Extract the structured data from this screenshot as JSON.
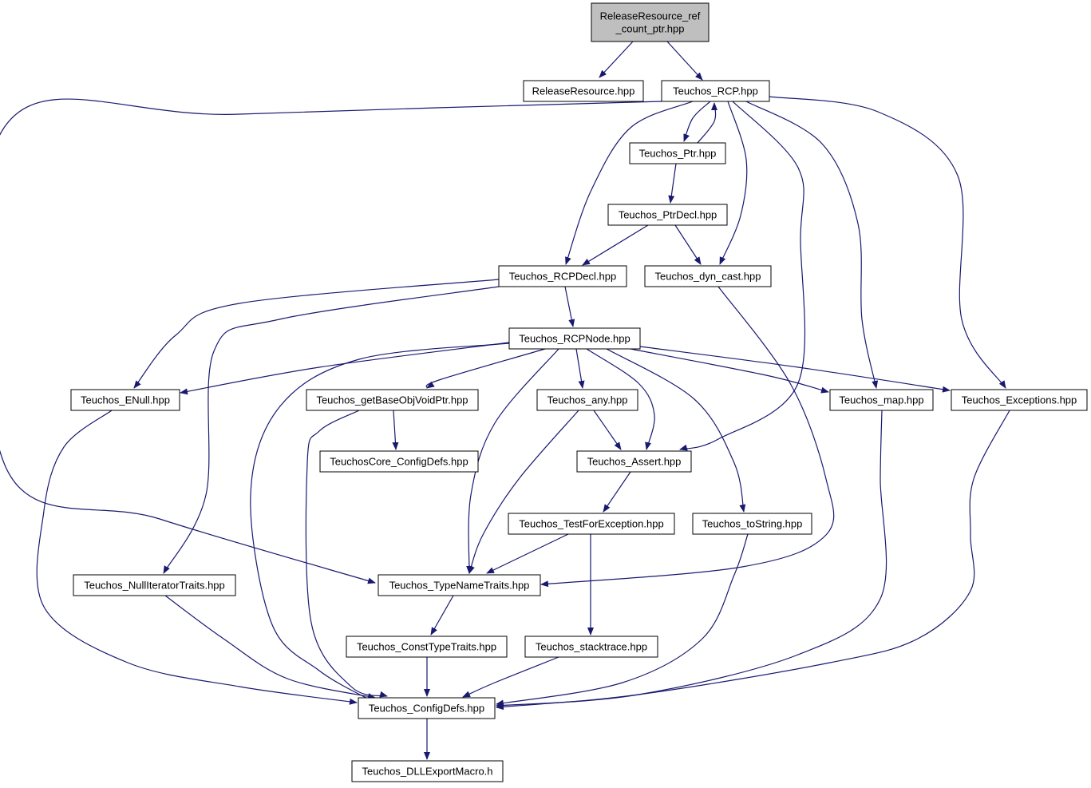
{
  "graph": {
    "title": "",
    "colors": {
      "edge": "#191970",
      "root_fill": "#bfbfbf",
      "node_fill": "#ffffff",
      "node_border": "#000000"
    },
    "nodes": [
      {
        "id": "release_ref",
        "label": [
          "ReleaseResource_ref",
          "_count_ptr.hpp"
        ],
        "root": true
      },
      {
        "id": "release",
        "label": [
          "ReleaseResource.hpp"
        ]
      },
      {
        "id": "rcp",
        "label": [
          "Teuchos_RCP.hpp"
        ]
      },
      {
        "id": "ptr",
        "label": [
          "Teuchos_Ptr.hpp"
        ]
      },
      {
        "id": "ptrdecl",
        "label": [
          "Teuchos_PtrDecl.hpp"
        ]
      },
      {
        "id": "rcpdecl",
        "label": [
          "Teuchos_RCPDecl.hpp"
        ]
      },
      {
        "id": "dyncast",
        "label": [
          "Teuchos_dyn_cast.hpp"
        ]
      },
      {
        "id": "rcpnode",
        "label": [
          "Teuchos_RCPNode.hpp"
        ]
      },
      {
        "id": "enull",
        "label": [
          "Teuchos_ENull.hpp"
        ]
      },
      {
        "id": "getbase",
        "label": [
          "Teuchos_getBaseObjVoidPtr.hpp"
        ]
      },
      {
        "id": "any",
        "label": [
          "Teuchos_any.hpp"
        ]
      },
      {
        "id": "map",
        "label": [
          "Teuchos_map.hpp"
        ]
      },
      {
        "id": "exceptions",
        "label": [
          "Teuchos_Exceptions.hpp"
        ]
      },
      {
        "id": "coreconfig",
        "label": [
          "TeuchosCore_ConfigDefs.hpp"
        ]
      },
      {
        "id": "assert",
        "label": [
          "Teuchos_Assert.hpp"
        ]
      },
      {
        "id": "testforexc",
        "label": [
          "Teuchos_TestForException.hpp"
        ]
      },
      {
        "id": "tostring",
        "label": [
          "Teuchos_toString.hpp"
        ]
      },
      {
        "id": "nulliter",
        "label": [
          "Teuchos_NullIteratorTraits.hpp"
        ]
      },
      {
        "id": "typename",
        "label": [
          "Teuchos_TypeNameTraits.hpp"
        ]
      },
      {
        "id": "consttype",
        "label": [
          "Teuchos_ConstTypeTraits.hpp"
        ]
      },
      {
        "id": "stacktrace",
        "label": [
          "Teuchos_stacktrace.hpp"
        ]
      },
      {
        "id": "configdefs",
        "label": [
          "Teuchos_ConfigDefs.hpp"
        ]
      },
      {
        "id": "dllexport",
        "label": [
          "Teuchos_DLLExportMacro.h"
        ]
      }
    ],
    "edges": [
      [
        "release_ref",
        "release"
      ],
      [
        "release_ref",
        "rcp"
      ],
      [
        "rcp",
        "ptr"
      ],
      [
        "rcp",
        "rcpdecl"
      ],
      [
        "rcp",
        "dyncast"
      ],
      [
        "rcp",
        "assert"
      ],
      [
        "rcp",
        "map"
      ],
      [
        "rcp",
        "exceptions"
      ],
      [
        "rcp",
        "typename"
      ],
      [
        "ptr",
        "rcp"
      ],
      [
        "ptr",
        "ptrdecl"
      ],
      [
        "ptrdecl",
        "rcpdecl"
      ],
      [
        "ptrdecl",
        "dyncast"
      ],
      [
        "rcpdecl",
        "rcpnode"
      ],
      [
        "rcpdecl",
        "enull"
      ],
      [
        "rcpdecl",
        "nulliter"
      ],
      [
        "dyncast",
        "typename"
      ],
      [
        "rcpnode",
        "enull"
      ],
      [
        "rcpnode",
        "getbase"
      ],
      [
        "rcpnode",
        "any"
      ],
      [
        "rcpnode",
        "assert"
      ],
      [
        "rcpnode",
        "tostring"
      ],
      [
        "rcpnode",
        "map"
      ],
      [
        "rcpnode",
        "exceptions"
      ],
      [
        "rcpnode",
        "typename"
      ],
      [
        "rcpnode",
        "configdefs"
      ],
      [
        "enull",
        "configdefs"
      ],
      [
        "getbase",
        "coreconfig"
      ],
      [
        "getbase",
        "configdefs"
      ],
      [
        "any",
        "assert"
      ],
      [
        "any",
        "typename"
      ],
      [
        "map",
        "configdefs"
      ],
      [
        "exceptions",
        "configdefs"
      ],
      [
        "assert",
        "testforexc"
      ],
      [
        "testforexc",
        "typename"
      ],
      [
        "testforexc",
        "stacktrace"
      ],
      [
        "tostring",
        "configdefs"
      ],
      [
        "nulliter",
        "configdefs"
      ],
      [
        "typename",
        "consttype"
      ],
      [
        "consttype",
        "configdefs"
      ],
      [
        "stacktrace",
        "configdefs"
      ],
      [
        "configdefs",
        "dllexport"
      ]
    ]
  }
}
